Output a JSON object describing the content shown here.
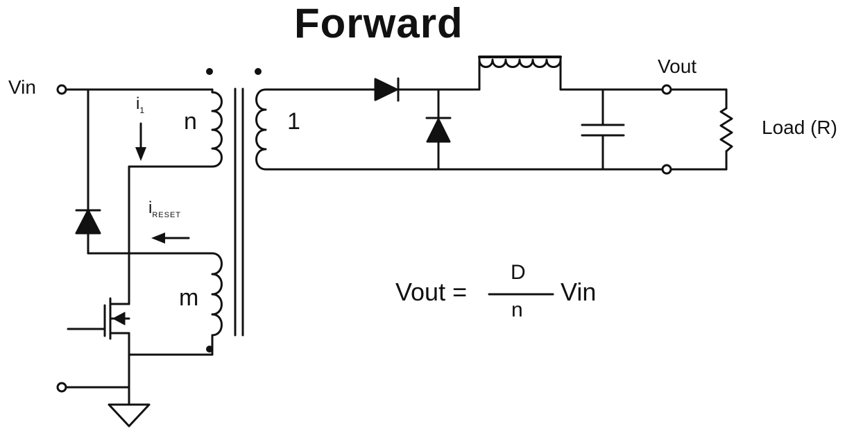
{
  "title": "Forward",
  "labels": {
    "vin": "Vin",
    "vout": "Vout",
    "load": "Load (R)",
    "primary_turns": "n",
    "secondary_turns": "1",
    "reset_turns": "m",
    "i1_main": "i",
    "i1_sub": "1",
    "ireset_main": "i",
    "ireset_sub": "RESET"
  },
  "equation": {
    "lhs": "Vout =",
    "numerator": "D",
    "denominator": "n",
    "rhs": "Vin"
  },
  "colors": {
    "ink": "#111111",
    "background": "#ffffff"
  }
}
